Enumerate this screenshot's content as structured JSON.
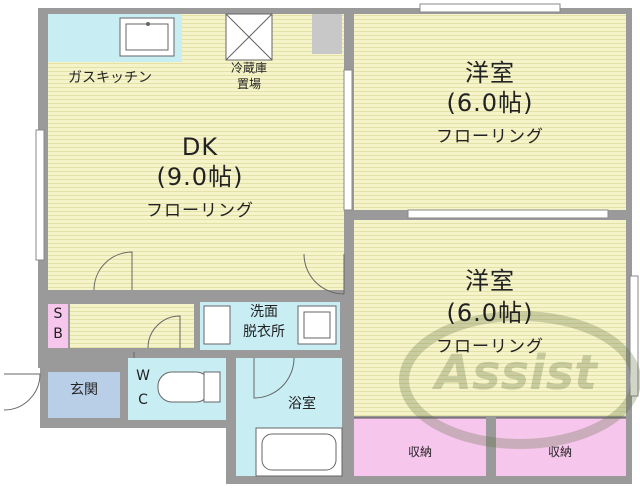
{
  "rooms": {
    "kitchen": "ガスキッチン",
    "fridge_1": "冷蔵庫",
    "fridge_2": "置場",
    "dk_name": "DK",
    "dk_size": "(9.0帖)",
    "dk_floor": "フローリング",
    "west1_name": "洋室",
    "west1_size": "(6.0帖)",
    "west1_floor": "フローリング",
    "west2_name": "洋室",
    "west2_size": "(6.0帖)",
    "west2_floor": "フローリング",
    "sb_1": "S",
    "sb_2": "B",
    "washroom_1": "洗面",
    "washroom_2": "脱衣所",
    "entrance": "玄関",
    "wc_1": "W",
    "wc_2": "C",
    "bath": "浴室",
    "closet_1": "収納",
    "closet_2": "収納"
  },
  "watermark": "Assist",
  "colors": {
    "floor": "#f4f2c8",
    "wall": "#9a9a9a",
    "water": "#c8eef4",
    "storage": "#f6c6ec",
    "entrance": "#b9cfe8"
  }
}
